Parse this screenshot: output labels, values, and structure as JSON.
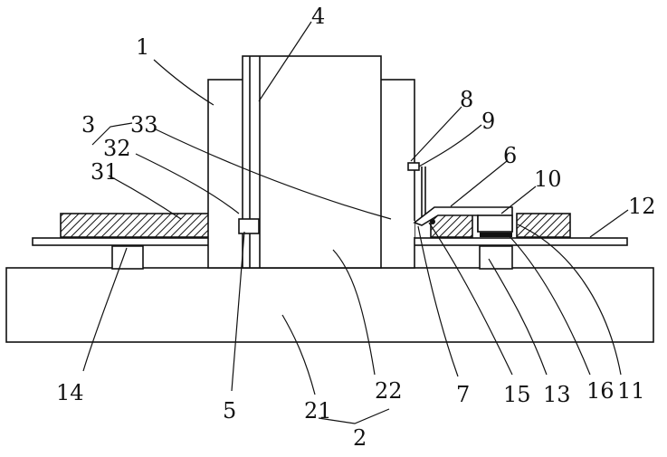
{
  "labels": {
    "l1": "1",
    "l2": "2",
    "l3": "3",
    "l4": "4",
    "l5": "5",
    "l6": "6",
    "l7": "7",
    "l8": "8",
    "l9": "9",
    "l10": "10",
    "l11": "11",
    "l12": "12",
    "l13": "13",
    "l14": "14",
    "l15": "15",
    "l16": "16",
    "l21": "21",
    "l22": "22",
    "l31": "31",
    "l32": "32",
    "l33": "33"
  }
}
